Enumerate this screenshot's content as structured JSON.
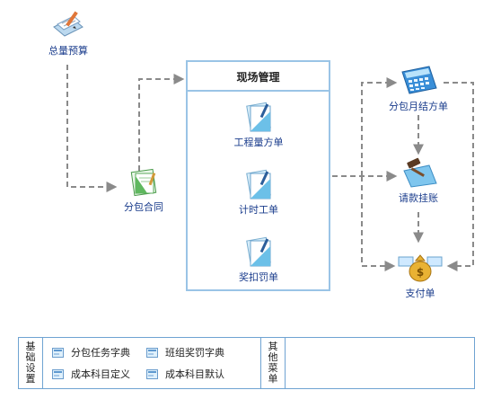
{
  "flow": {
    "total_budget": {
      "label": "总量预算",
      "icon": "budget-document-icon"
    },
    "subcontract": {
      "label": "分包合同",
      "icon": "contract-icon"
    },
    "site_management": {
      "title": "现场管理",
      "items": [
        {
          "label": "工程量方单",
          "icon": "form-document-icon"
        },
        {
          "label": "计时工单",
          "icon": "form-document-icon"
        },
        {
          "label": "奖扣罚单",
          "icon": "form-document-icon"
        }
      ]
    },
    "monthly_statement": {
      "label": "分包月结方单",
      "icon": "calculator-icon"
    },
    "payment_request": {
      "label": "请款挂账",
      "icon": "gavel-icon"
    },
    "payment_order": {
      "label": "支付单",
      "icon": "money-bag-icon"
    }
  },
  "bottom_bar": {
    "basic_settings_title": [
      "基",
      "础",
      "设",
      "置"
    ],
    "links": [
      {
        "label": "分包任务字典",
        "icon": "dictionary-icon"
      },
      {
        "label": "班组奖罚字典",
        "icon": "dictionary-icon"
      },
      {
        "label": "成本科目定义",
        "icon": "dictionary-icon"
      },
      {
        "label": "成本科目默认",
        "icon": "dictionary-icon"
      }
    ],
    "other_menu_title": [
      "其",
      "他",
      "菜",
      "单"
    ]
  },
  "colors": {
    "label_text": "#1a3c8c",
    "panel_border": "#9ac4e6",
    "bar_border": "#6fa3d2",
    "connector": "#8a8a8a"
  }
}
